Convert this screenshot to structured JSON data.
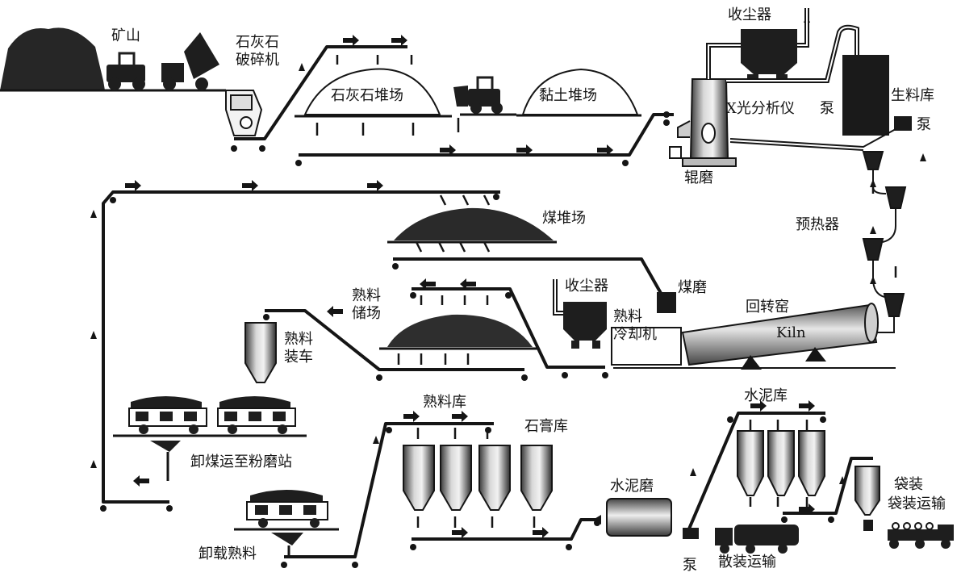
{
  "diagram": {
    "labels": {
      "mine": "矿山",
      "crusher": "石灰石\n破碎机",
      "limestone_yard": "石灰石堆场",
      "clay_yard": "黏土堆场",
      "dust_collector_top": "收尘器",
      "xray": "X光分析仪",
      "pump_top": "泵",
      "raw_silo": "生料库",
      "pump_right": "泵",
      "roller_mill": "辊磨",
      "coal_yard": "煤堆场",
      "preheater": "预热器",
      "coal_mill": "煤磨",
      "dust_collector_mid": "收尘器",
      "clinker_cooler": "熟料\n冷却机",
      "rotary_kiln": "回转窑",
      "kiln_en": "Kiln",
      "clinker_yard": "熟料\n储场",
      "clinker_loading": "熟料\n装车",
      "coal_unload": "卸煤运至粉磨站",
      "clinker_unload": "卸载熟料",
      "clinker_silo": "熟料库",
      "gypsum_silo": "石膏库",
      "cement_mill": "水泥磨",
      "pump_bottom": "泵",
      "cement_silo": "水泥库",
      "bulk_transport": "散装运输",
      "bagging": "袋装",
      "bag_transport": "袋装运输"
    }
  }
}
